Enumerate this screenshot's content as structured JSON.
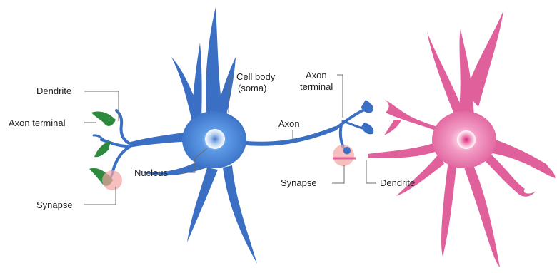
{
  "labels": {
    "dendrite_left": "Dendrite",
    "axon_terminal_left": "Axon terminal",
    "synapse_left": "Synapse",
    "nucleus": "Nucleus",
    "cell_body_line1": "Cell body",
    "cell_body_line2": "(soma)",
    "axon_terminal_right_line1": "Axon",
    "axon_terminal_right_line2": "terminal",
    "axon": "Axon",
    "synapse_right": "Synapse",
    "dendrite_right": "Dendrite"
  },
  "colors": {
    "blue_neuron": "#3a6fc4",
    "blue_neuron_light": "#6fa6e6",
    "pink_neuron": "#e0609c",
    "pink_neuron_light": "#f7a9cf",
    "green_terminal": "#2e8b3e",
    "synapse_highlight": "#f4a3a3",
    "leader_line": "#6b6b6b"
  }
}
